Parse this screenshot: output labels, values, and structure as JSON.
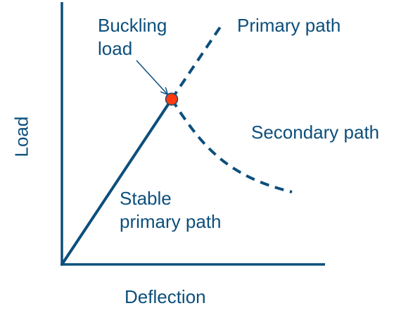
{
  "labels": {
    "buckling_line1": "Buckling",
    "buckling_line2": "load",
    "primary_path": "Primary path",
    "secondary_path": "Secondary path",
    "stable_line1": "Stable",
    "stable_line2": "primary path",
    "x_axis": "Deflection",
    "y_axis": "Load"
  },
  "colors": {
    "line": "#0c4f7c",
    "text": "#0c4f7c",
    "bifurcation_point": "#ff3b0f"
  }
}
